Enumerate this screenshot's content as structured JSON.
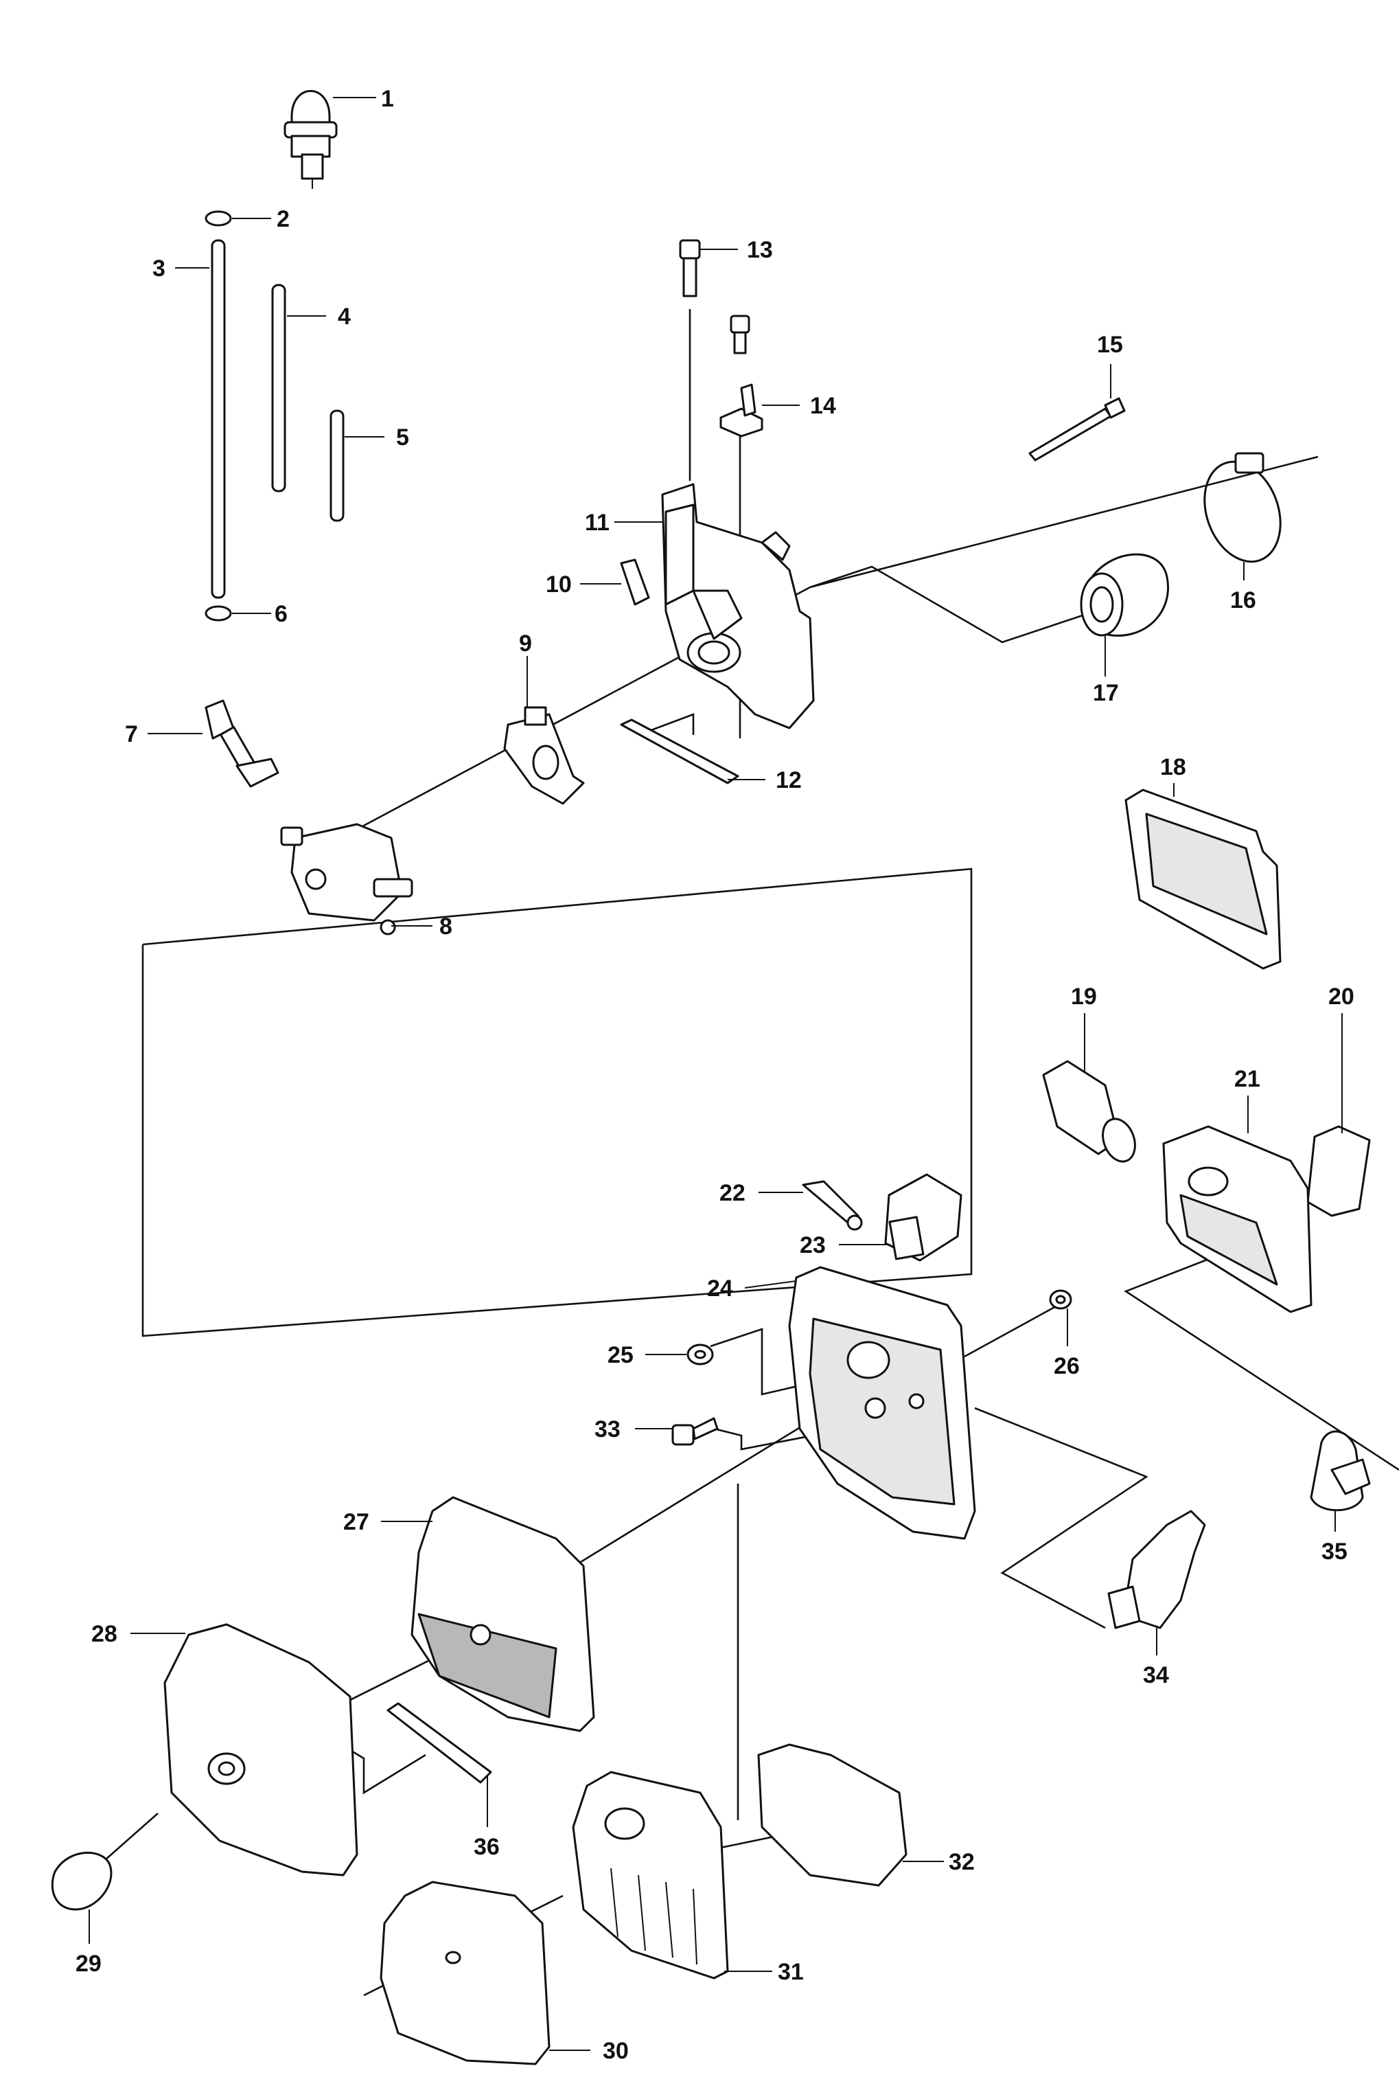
{
  "callouts": [
    {
      "id": "1",
      "text": "1"
    },
    {
      "id": "2",
      "text": "2"
    },
    {
      "id": "3",
      "text": "3"
    },
    {
      "id": "4",
      "text": "4"
    },
    {
      "id": "5",
      "text": "5"
    },
    {
      "id": "6",
      "text": "6"
    },
    {
      "id": "7",
      "text": "7"
    },
    {
      "id": "8",
      "text": "8"
    },
    {
      "id": "9",
      "text": "9"
    },
    {
      "id": "10",
      "text": "10"
    },
    {
      "id": "11",
      "text": "11"
    },
    {
      "id": "12",
      "text": "12"
    },
    {
      "id": "13",
      "text": "13"
    },
    {
      "id": "14",
      "text": "14"
    },
    {
      "id": "15",
      "text": "15"
    },
    {
      "id": "16",
      "text": "16"
    },
    {
      "id": "17",
      "text": "17"
    },
    {
      "id": "18",
      "text": "18"
    },
    {
      "id": "19",
      "text": "19"
    },
    {
      "id": "20",
      "text": "20"
    },
    {
      "id": "21",
      "text": "21"
    },
    {
      "id": "22",
      "text": "22"
    },
    {
      "id": "23",
      "text": "23"
    },
    {
      "id": "24",
      "text": "24"
    },
    {
      "id": "25",
      "text": "25"
    },
    {
      "id": "26",
      "text": "26"
    },
    {
      "id": "27",
      "text": "27"
    },
    {
      "id": "28",
      "text": "28"
    },
    {
      "id": "29",
      "text": "29"
    },
    {
      "id": "30",
      "text": "30"
    },
    {
      "id": "31",
      "text": "31"
    },
    {
      "id": "32",
      "text": "32"
    },
    {
      "id": "33",
      "text": "33"
    },
    {
      "id": "34",
      "text": "34"
    },
    {
      "id": "35",
      "text": "35"
    },
    {
      "id": "36",
      "text": "36"
    }
  ],
  "colors": {
    "line": "#111111",
    "fill": "#ffffff",
    "shade": "#b8b8b8",
    "light": "#e6e6e6"
  }
}
